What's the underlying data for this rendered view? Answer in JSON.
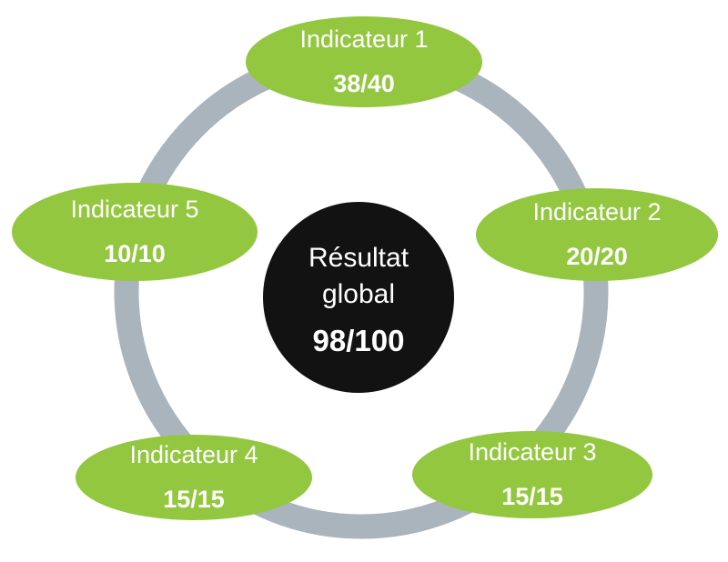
{
  "colors": {
    "indicator_fill": "#93C73F",
    "ring": "#A9B4BD",
    "center_fill": "#121212",
    "text": "#FFFFFF",
    "background": "#FFFFFF"
  },
  "center": {
    "title": "Résultat global",
    "score": "98/100"
  },
  "indicators": [
    {
      "label": "Indicateur 1",
      "score": "38/40"
    },
    {
      "label": "Indicateur 2",
      "score": "20/20"
    },
    {
      "label": "Indicateur 3",
      "score": "15/15"
    },
    {
      "label": "Indicateur 4",
      "score": "15/15"
    },
    {
      "label": "Indicateur 5",
      "score": "10/10"
    }
  ]
}
